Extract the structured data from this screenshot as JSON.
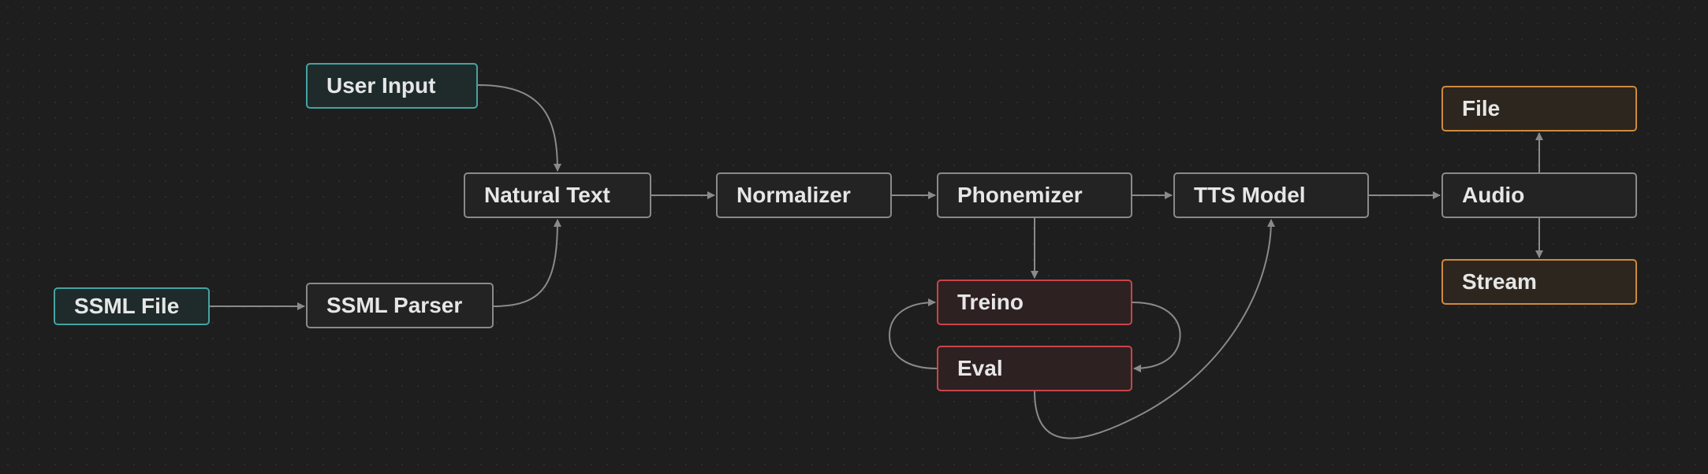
{
  "diagram": {
    "nodes": {
      "user_input": "User Input",
      "natural_text": "Natural Text",
      "normalizer": "Normalizer",
      "phonemizer": "Phonemizer",
      "tts_model": "TTS Model",
      "audio": "Audio",
      "file": "File",
      "stream": "Stream",
      "ssml_file": "SSML File",
      "ssml_parser": "SSML Parser",
      "treino": "Treino",
      "eval": "Eval"
    },
    "edges": [
      {
        "from": "User Input",
        "to": "Natural Text"
      },
      {
        "from": "SSML File",
        "to": "SSML Parser"
      },
      {
        "from": "SSML Parser",
        "to": "Natural Text"
      },
      {
        "from": "Natural Text",
        "to": "Normalizer"
      },
      {
        "from": "Normalizer",
        "to": "Phonemizer"
      },
      {
        "from": "Phonemizer",
        "to": "TTS Model"
      },
      {
        "from": "Phonemizer",
        "to": "Treino"
      },
      {
        "from": "Treino",
        "to": "Eval"
      },
      {
        "from": "Eval",
        "to": "Treino"
      },
      {
        "from": "Eval",
        "to": "TTS Model"
      },
      {
        "from": "TTS Model",
        "to": "Audio"
      },
      {
        "from": "Audio",
        "to": "File"
      },
      {
        "from": "Audio",
        "to": "Stream"
      }
    ],
    "colors": {
      "background": "#1e1e1e",
      "edge": "#8a8a8a",
      "default_border": "#8a8a8a",
      "input_border": "#45a3a3",
      "training_border": "#c8454a",
      "output_border": "#cf8a3c",
      "text": "#e6e6e6"
    }
  }
}
